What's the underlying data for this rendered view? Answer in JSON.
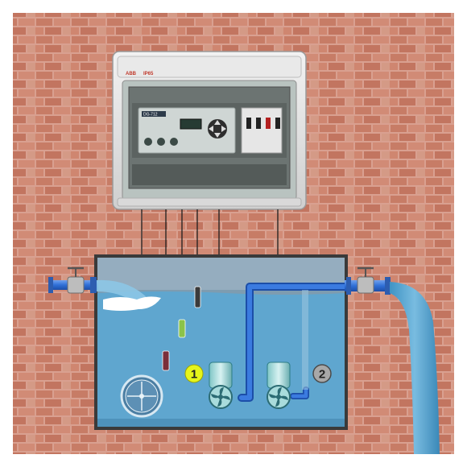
{
  "panel": {
    "brand": "ABB",
    "rating": "IP65",
    "controller_model": "DG-712"
  },
  "tank": {
    "water_color": "#5fa6cf",
    "wall_color": "#3a3a3a"
  },
  "labels": {
    "pump_1": "1",
    "pump_2": "2"
  },
  "colors": {
    "pipe": "#2f6fd6",
    "badge_1": "#e6f51a",
    "badge_2": "#a8a8a8",
    "level_sensor_upper": "#3a3a3a",
    "level_sensor_middle": "#8bc34a",
    "level_sensor_lower": "#7a2f3a",
    "brick": "#c9826c"
  },
  "icons": [
    "gauge-icon",
    "fan-impeller-icon",
    "valve-icon"
  ]
}
